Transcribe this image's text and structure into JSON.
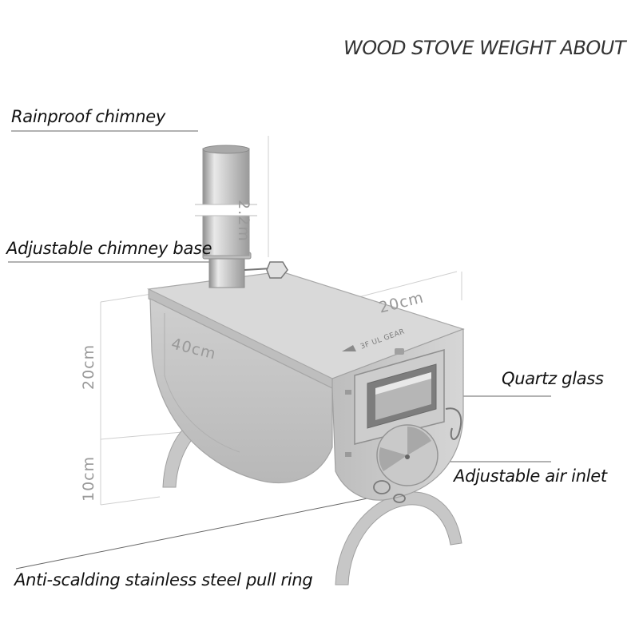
{
  "title": "WOOD STOVE WEIGHT ABOUT",
  "labels": {
    "rainproof_chimney": "Rainproof chimney",
    "adjustable_chimney_base": "Adjustable chimney base",
    "quartz_glass": "Quartz glass",
    "adjustable_air_inlet": "Adjustable air inlet",
    "pull_ring": "Anti-scalding stainless steel pull ring"
  },
  "dimensions": {
    "chimney_height": "2.2m",
    "depth": "20cm",
    "length": "40cm",
    "body_height": "20cm",
    "leg_height": "10cm"
  },
  "brand_text": "3F UL GEAR",
  "colors": {
    "steel_light": "#dedede",
    "steel_mid": "#c4c4c4",
    "steel_dark": "#9a9a9a",
    "dim_line": "#c8c8c8",
    "label_text": "#111111"
  }
}
